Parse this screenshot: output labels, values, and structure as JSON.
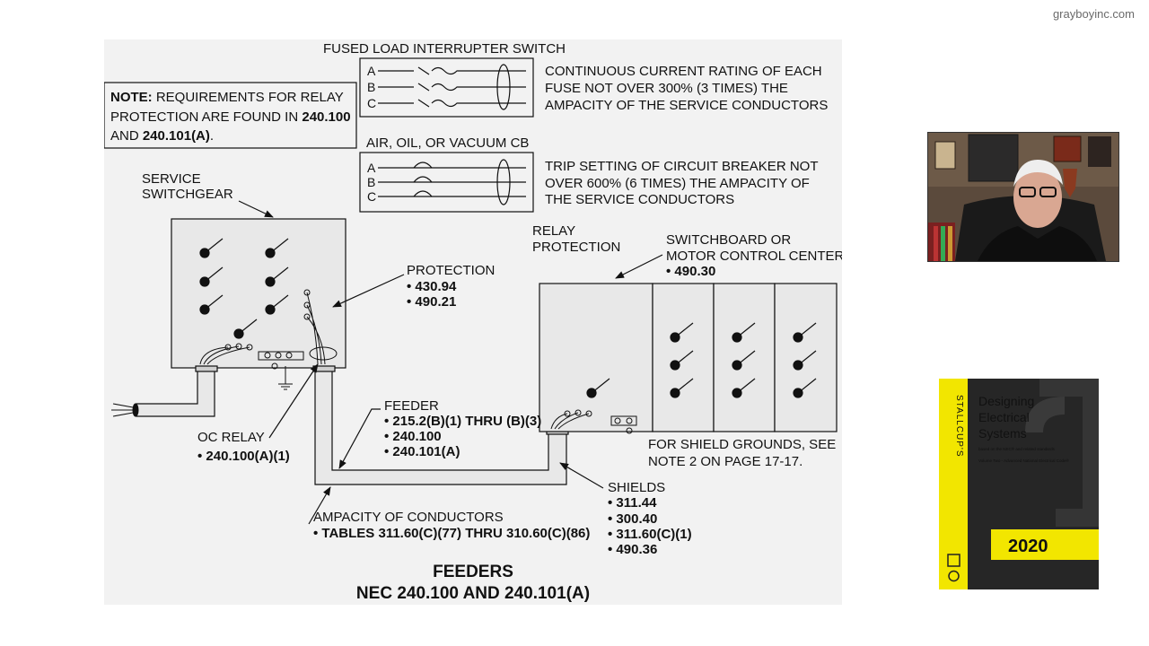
{
  "site_url": "grayboyinc.com",
  "diagram": {
    "fused_switch": {
      "title": "FUSED LOAD INTERRUPTER SWITCH",
      "phases": [
        "A",
        "B",
        "C"
      ],
      "rating_lines": [
        "CONTINUOUS CURRENT RATING OF EACH",
        "FUSE NOT OVER 300% (3 TIMES) THE",
        "AMPACITY OF THE SERVICE CONDUCTORS"
      ]
    },
    "breaker": {
      "title": "AIR, OIL, OR VACUUM CB",
      "phases": [
        "A",
        "B",
        "C"
      ],
      "rating_lines": [
        "TRIP SETTING OF CIRCUIT BREAKER NOT",
        "OVER 600% (6 TIMES) THE AMPACITY OF",
        "THE SERVICE CONDUCTORS"
      ]
    },
    "note": {
      "label": "NOTE:",
      "line1_rest": " REQUIREMENTS FOR RELAY",
      "line2_a": "PROTECTION ARE FOUND IN ",
      "line2_b": "240.100",
      "line3_a": "AND ",
      "line3_b": "240.101(A)",
      "line3_c": "."
    },
    "service_switchgear": [
      "SERVICE",
      "SWITCHGEAR"
    ],
    "protection": {
      "title": "PROTECTION",
      "refs": [
        "• 430.94",
        "• 490.21"
      ]
    },
    "relay_protection": [
      "RELAY",
      "PROTECTION"
    ],
    "switchboard": {
      "lines": [
        "SWITCHBOARD OR",
        "MOTOR CONTROL CENTER"
      ],
      "ref": "• 490.30"
    },
    "feeder": {
      "title": "FEEDER",
      "refs": [
        "• 215.2(B)(1) THRU (B)(3)",
        "• 240.100",
        "• 240.101(A)"
      ]
    },
    "oc_relay": {
      "title": "OC RELAY",
      "ref": "• 240.100(A)(1)"
    },
    "shield_grounds": [
      "FOR SHIELD GROUNDS, SEE",
      "NOTE 2 ON PAGE 17-17."
    ],
    "shields": {
      "title": "SHIELDS",
      "refs": [
        "• 311.44",
        "• 300.40",
        "• 311.60(C)(1)",
        "• 490.36"
      ]
    },
    "ampacity": {
      "title": "AMPACITY OF CONDUCTORS",
      "ref": "• TABLES 311.60(C)(77) THRU 310.60(C)(86)"
    },
    "caption": {
      "title": "FEEDERS",
      "subtitle": "NEC 240.100 AND 240.101(A)"
    }
  },
  "book": {
    "spine_text": "STALLCUP'S",
    "title_lines": [
      "Designing",
      "Electrical",
      "Systems"
    ],
    "tagline": "based on the NEC® and related standards",
    "volume": "Volume Two - Advanced National Electrical Code®",
    "year": "2020",
    "colors": {
      "yellow": "#f2e600",
      "dark": "#262626"
    }
  }
}
